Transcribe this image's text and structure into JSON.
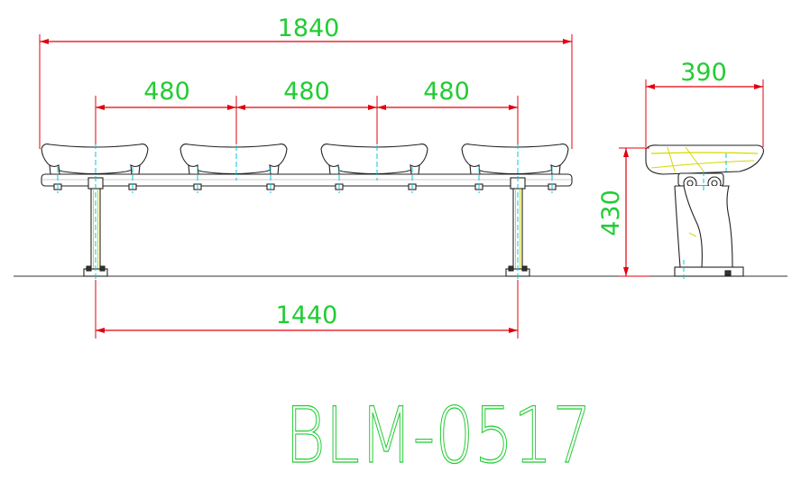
{
  "drawing": {
    "dimensions": {
      "overall_length": "1840",
      "seat_pitch": [
        "480",
        "480",
        "480"
      ],
      "leg_span": "1440",
      "seat_depth": "390",
      "seat_height": "430"
    },
    "model_code": "BLM-0517",
    "colors": {
      "outline": "#222222",
      "dimension_line": "#e0000f",
      "dimension_text": "#22cc33",
      "center_line": "#00c8d8",
      "highlight": "#d8d800"
    }
  }
}
